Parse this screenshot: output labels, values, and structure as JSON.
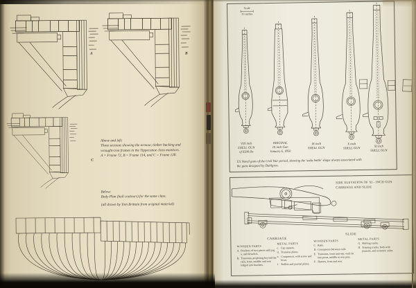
{
  "left_page": {
    "section_labels": {
      "a": "A",
      "b": "B",
      "c": "C"
    },
    "caption_sections": {
      "lead": "Above and left:",
      "line1": "Three sections showing the armour, timber backing and",
      "line2": "wrought-iron frames in the Tippecanoe class monitors.",
      "line3": "A = Frame 72, B = Frame 114, and C = Frame 128."
    },
    "caption_bodyplan": {
      "lead": "Below:",
      "line1": "Body Plan (hull contours) for the same class.",
      "credit": "(all drawn by Tom Brittain from original material)"
    }
  },
  "right_page": {
    "guns_panel": {
      "scale_label": "Scale",
      "scale_value": "33 inches",
      "guns": [
        {
          "lines": [
            "VIII inch",
            "SHELL GUN",
            "of 6500 lbs"
          ]
        },
        {
          "lines": [
            "ORIGINAL",
            "IX inch Gun",
            "January 6, 1850"
          ]
        },
        {
          "lines": [
            "IX inch",
            "SHELL GUN"
          ]
        },
        {
          "lines": [
            "X inch",
            "SHELL GUN"
          ]
        },
        {
          "lines": [
            "XI inch",
            "SHELL GUN"
          ]
        }
      ],
      "caption_line1": "US Naval guns of the Civil War period, showing the 'soda bottle' shape always associated with",
      "caption_line2": "the guns designed by Dahlgren."
    },
    "carriage_panel": {
      "title_line1": "SIDE ELEVATION OF XI - INCH GUN",
      "title_line2": "CARRIAGE AND SLIDE",
      "group_carriage": "CARRIAGE",
      "group_slide": "SLIDE",
      "columns": [
        {
          "heading": "WOODEN PARTS",
          "items": [
            {
              "key": "A.",
              "text": "Brackets of two pieces with jog a, and dowels b."
            },
            {
              "key": "B.",
              "text": "Transoms, projecting beyond the rails, front, middle, and rear lodged into brackets."
            }
          ]
        },
        {
          "heading": "METAL PARTS",
          "items": [
            {
              "key": "c.",
              "text": "Cap squares."
            },
            {
              "key": "d.",
              "text": "Trunnion plates."
            },
            {
              "key": "e.",
              "text": "Compressor, with screw and lever."
            },
            {
              "key": "f.",
              "text": "Rollers and journal plates."
            }
          ]
        },
        {
          "heading": "WOODEN PARTS",
          "items": [
            {
              "key": "C.",
              "text": "Rails."
            },
            {
              "key": "D.",
              "text": "Crosspieces between rails."
            },
            {
              "key": "E.",
              "text": "Transoms, front and rear, each let into posts, middle in rear post."
            },
            {
              "key": "F.",
              "text": "Hurters, front and rear."
            }
          ]
        },
        {
          "heading": "METAL PARTS",
          "items": [
            {
              "key": "G.",
              "text": "Shifting trucks."
            },
            {
              "key": "H.",
              "text": "Training trucks, both with journals, and eccentric axles."
            }
          ]
        }
      ]
    }
  },
  "colors": {
    "paper_left": "#e7dec4",
    "paper_right": "#efecdf",
    "ink": "#3f3a2d",
    "gutter": "#6b5c3d"
  }
}
